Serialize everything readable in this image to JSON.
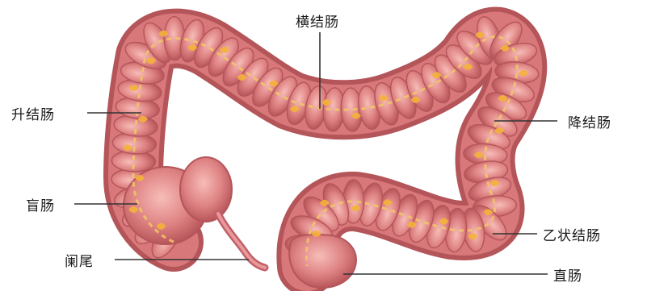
{
  "labels": {
    "transverse_colon": "横结肠",
    "ascending_colon": "升结肠",
    "descending_colon": "降结肠",
    "cecum": "盲肠",
    "sigmoid_colon": "乙状结肠",
    "appendix": "阑尾",
    "rectum": "直肠"
  },
  "colors": {
    "colon_base": "#d9787a",
    "colon_light": "#f1a6a3",
    "colon_shadow": "#b4555a",
    "taenia": "#f0c866",
    "fat": "#f4b23a",
    "leader_line": "#333333"
  }
}
